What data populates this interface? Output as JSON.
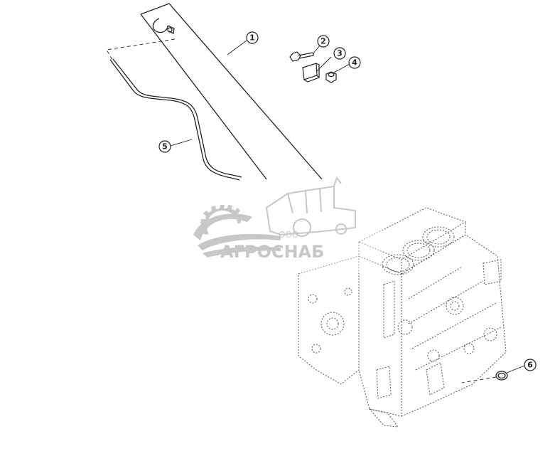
{
  "callouts": [
    {
      "id": "1",
      "label": "1"
    },
    {
      "id": "2",
      "label": "2"
    },
    {
      "id": "3",
      "label": "3"
    },
    {
      "id": "4",
      "label": "4"
    },
    {
      "id": "5",
      "label": "5"
    },
    {
      "id": "6",
      "label": "6"
    }
  ],
  "watermark": {
    "prefix": "ООО",
    "name": "АГРОСНАБ",
    "color": "#9a9a9a"
  }
}
